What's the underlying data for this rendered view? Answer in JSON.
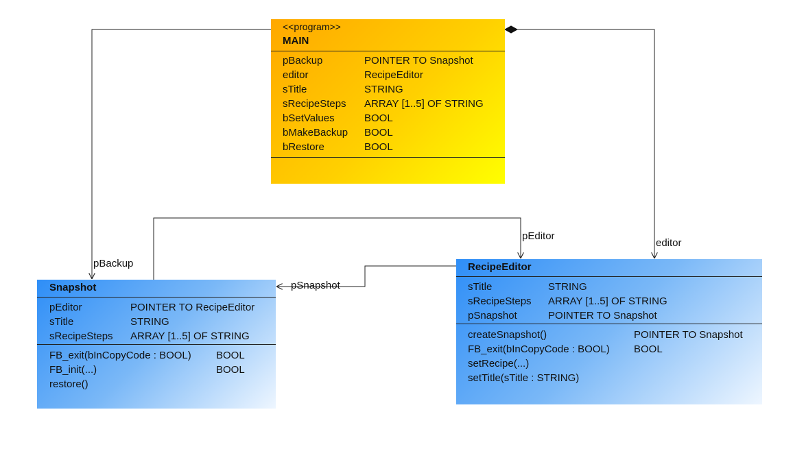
{
  "main": {
    "stereotype": "<<program>>",
    "name": "MAIN",
    "attributes": [
      {
        "name": "pBackup",
        "type": "POINTER TO Snapshot"
      },
      {
        "name": "editor",
        "type": "RecipeEditor"
      },
      {
        "name": "sTitle",
        "type": "STRING"
      },
      {
        "name": "sRecipeSteps",
        "type": "ARRAY [1..5] OF STRING"
      },
      {
        "name": "bSetValues",
        "type": "BOOL"
      },
      {
        "name": "bMakeBackup",
        "type": "BOOL"
      },
      {
        "name": "bRestore",
        "type": "BOOL"
      }
    ]
  },
  "snapshot": {
    "name": "Snapshot",
    "attributes": [
      {
        "name": "pEditor",
        "type": "POINTER TO RecipeEditor"
      },
      {
        "name": "sTitle",
        "type": "STRING"
      },
      {
        "name": "sRecipeSteps",
        "type": "ARRAY [1..5] OF STRING"
      }
    ],
    "methods": [
      {
        "name": "FB_exit(bInCopyCode : BOOL)",
        "type": "BOOL"
      },
      {
        "name": "FB_init(...)",
        "type": "BOOL"
      },
      {
        "name": "restore()",
        "type": ""
      }
    ]
  },
  "recipe_editor": {
    "name": "RecipeEditor",
    "attributes": [
      {
        "name": "sTitle",
        "type": "STRING"
      },
      {
        "name": "sRecipeSteps",
        "type": "ARRAY [1..5] OF STRING"
      },
      {
        "name": "pSnapshot",
        "type": "POINTER TO Snapshot"
      }
    ],
    "methods": [
      {
        "name": "createSnapshot()",
        "type": "POINTER TO Snapshot"
      },
      {
        "name": "FB_exit(bInCopyCode : BOOL)",
        "type": "BOOL"
      },
      {
        "name": "setRecipe(...)",
        "type": ""
      },
      {
        "name": "setTitle(sTitle : STRING)",
        "type": ""
      }
    ]
  },
  "connectors": {
    "pBackup": "pBackup",
    "editor": "editor",
    "pEditor": "pEditor",
    "pSnapshot": "pSnapshot"
  }
}
